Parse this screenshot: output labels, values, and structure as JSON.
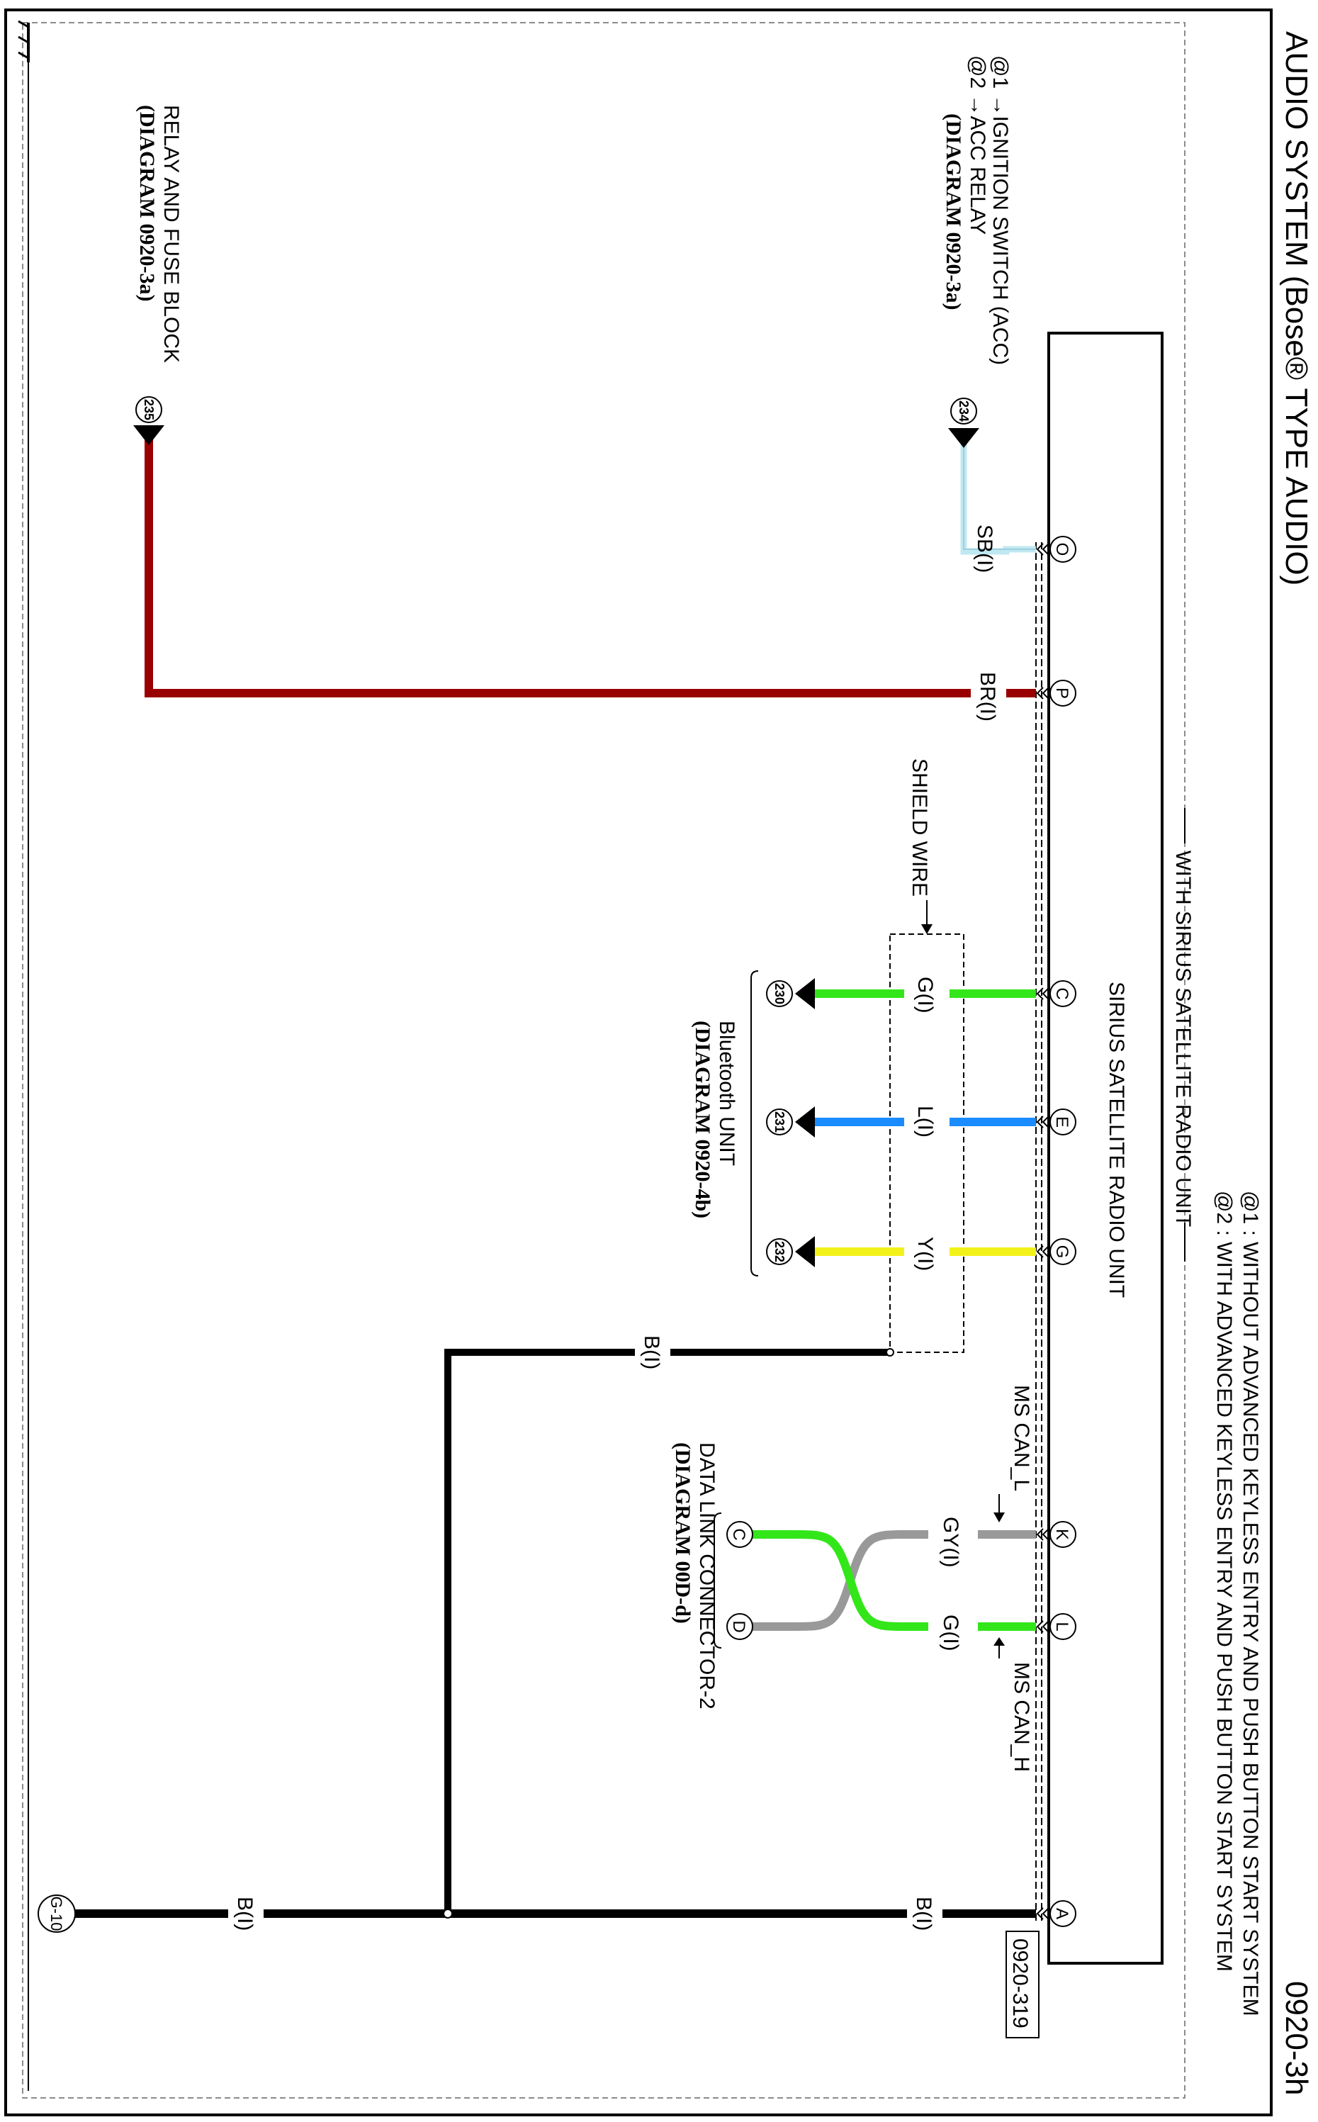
{
  "page": {
    "title": "AUDIO SYSTEM (Bose® TYPE AUDIO)",
    "page_number": "0920-3h",
    "notes": [
      "@1 : WITHOUT ADVANCED KEYLESS ENTRY AND PUSH BUTTON START SYSTEM",
      "@2 : WITH ADVANCED KEYLESS ENTRY AND PUSH BUTTON START SYSTEM"
    ],
    "ground_symbol": "ground-icon"
  },
  "unit": {
    "name": "SIRIUS SATELLITE RADIO UNIT",
    "condition": "WITH SIRIUS SATELLITE RADIO UNIT",
    "connector_code": "0920-319",
    "pins": [
      {
        "pin": "O",
        "wire": "SB(I)",
        "color": "#bfe9f2"
      },
      {
        "pin": "P",
        "wire": "BR(I)",
        "color": "#990000"
      },
      {
        "pin": "C",
        "wire": "G(I)",
        "color": "#33e61a"
      },
      {
        "pin": "E",
        "wire": "L(I)",
        "color": "#1a8cff"
      },
      {
        "pin": "G",
        "wire": "Y(I)",
        "color": "#f2f21a"
      },
      {
        "pin": "K",
        "wire": "GY(I)",
        "color": "#999999"
      },
      {
        "pin": "L",
        "wire": "G(I)",
        "color": "#33e61a"
      },
      {
        "pin": "A",
        "wire": "B(I)",
        "color": "#000000"
      }
    ]
  },
  "refs": {
    "ignition": {
      "line1": "@1 →IGNITION SWITCH (ACC)",
      "line2": "@2 →ACC RELAY",
      "line3": "(DIAGRAM 0920-3a)",
      "terminal": "234"
    },
    "relay_fuse": {
      "line1": "RELAY AND FUSE BLOCK",
      "line2": "(DIAGRAM 0920-3a)",
      "terminal": "235"
    },
    "bluetooth": {
      "line1": "Bluetooth UNIT",
      "line2": "(DIAGRAM 0920-4b)",
      "terminals": [
        "230",
        "231",
        "232"
      ]
    },
    "dlc": {
      "line1": "DATA LINK CONNECTOR-2",
      "line2": "(DIAGRAM 00D-d)",
      "pins": [
        "C",
        "D"
      ]
    }
  },
  "labels": {
    "shield_wire": "SHIELD WIRE",
    "ms_can_l": "MS CAN_L",
    "ms_can_h": "MS CAN_H",
    "shield_ground_wire": "B(I)",
    "ground_wire": "B(I)",
    "ground_point": "G-10"
  }
}
